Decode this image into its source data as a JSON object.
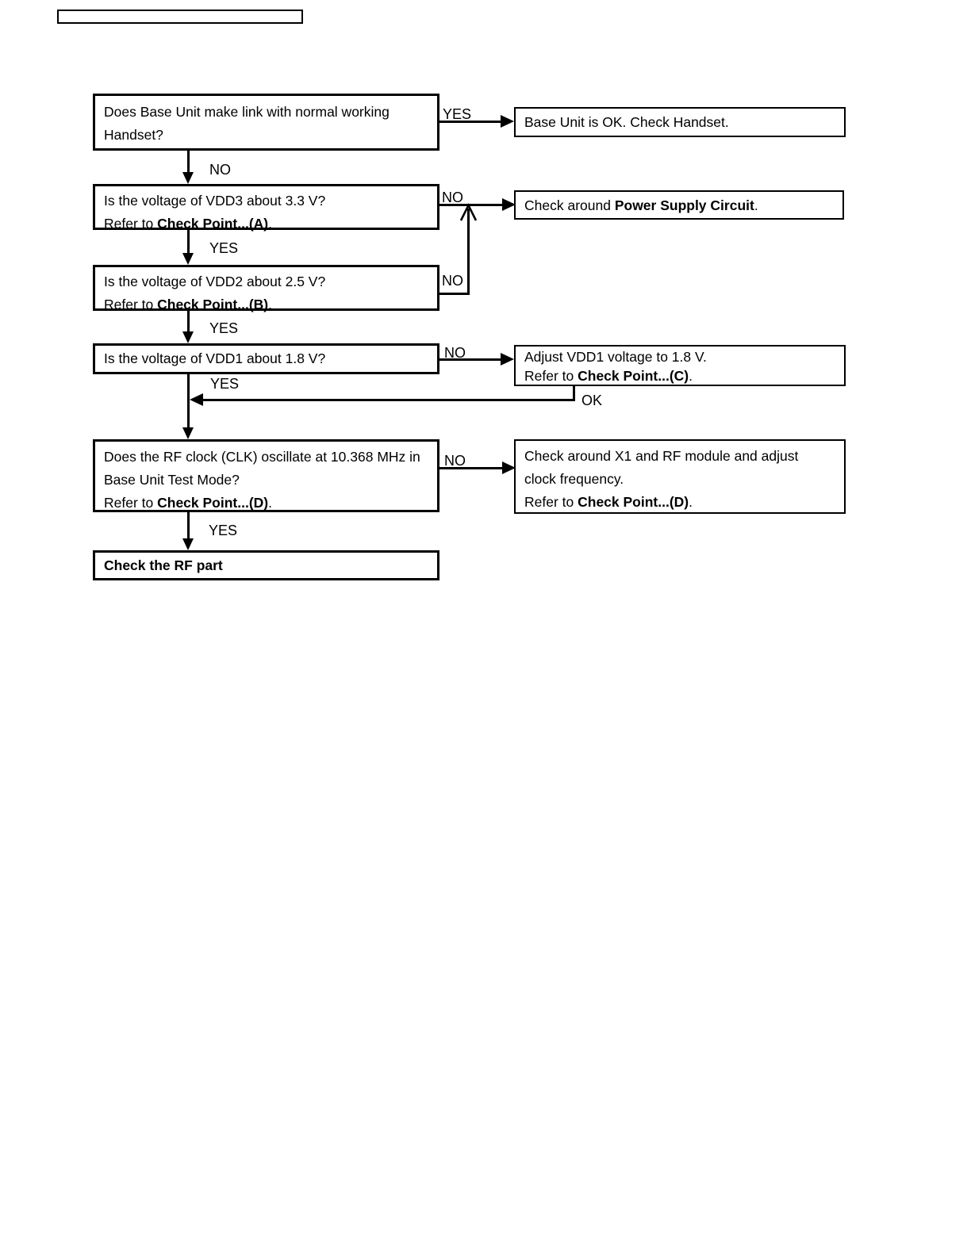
{
  "labels": {
    "no1": "NO",
    "yes1": "YES",
    "no2": "NO",
    "yes2": "YES",
    "no3": "NO",
    "yes3": "YES",
    "no4": "NO",
    "yes4": "YES",
    "ok1": "OK",
    "no5": "NO",
    "yes5": "YES"
  },
  "nodes": {
    "q_link": {
      "line1": "Does Base Unit make link with normal working",
      "line2": "Handset?"
    },
    "r_base_ok": {
      "line1": "Base Unit is OK. Check Handset."
    },
    "q_vdd3": {
      "line1": "Is the voltage of VDD3 about 3.3 V?",
      "refer_prefix": "Refer to ",
      "refer_bold": "Check Point...(A)",
      "refer_suffix": "."
    },
    "r_power": {
      "prefix": "Check around ",
      "bold": "Power Supply Circuit",
      "suffix": "."
    },
    "q_vdd2": {
      "line1": "Is the voltage of VDD2 about 2.5 V?",
      "refer_prefix": "Refer to ",
      "refer_bold": "Check Point...(B)",
      "refer_suffix": "."
    },
    "q_vdd1": {
      "line1": "Is the voltage of VDD1 about 1.8 V?"
    },
    "r_adjust": {
      "line1": "Adjust VDD1 voltage to 1.8 V.",
      "refer_prefix": "Refer to ",
      "refer_bold": "Check Point...(C)",
      "refer_suffix": "."
    },
    "q_clock": {
      "line1": "Does the RF clock (CLK) oscillate at 10.368 MHz in",
      "line2": "Base Unit Test Mode?",
      "refer_prefix": "Refer to ",
      "refer_bold": "Check Point...(D)",
      "refer_suffix": "."
    },
    "r_clock": {
      "line1": "Check around X1 and RF module and adjust",
      "line2": "clock frequency.",
      "refer_prefix": "Refer to ",
      "refer_bold": "Check Point...(D)",
      "refer_suffix": "."
    },
    "final": {
      "line1": "Check the RF part"
    }
  },
  "colors": {
    "line": "#000000",
    "background": "#ffffff"
  }
}
